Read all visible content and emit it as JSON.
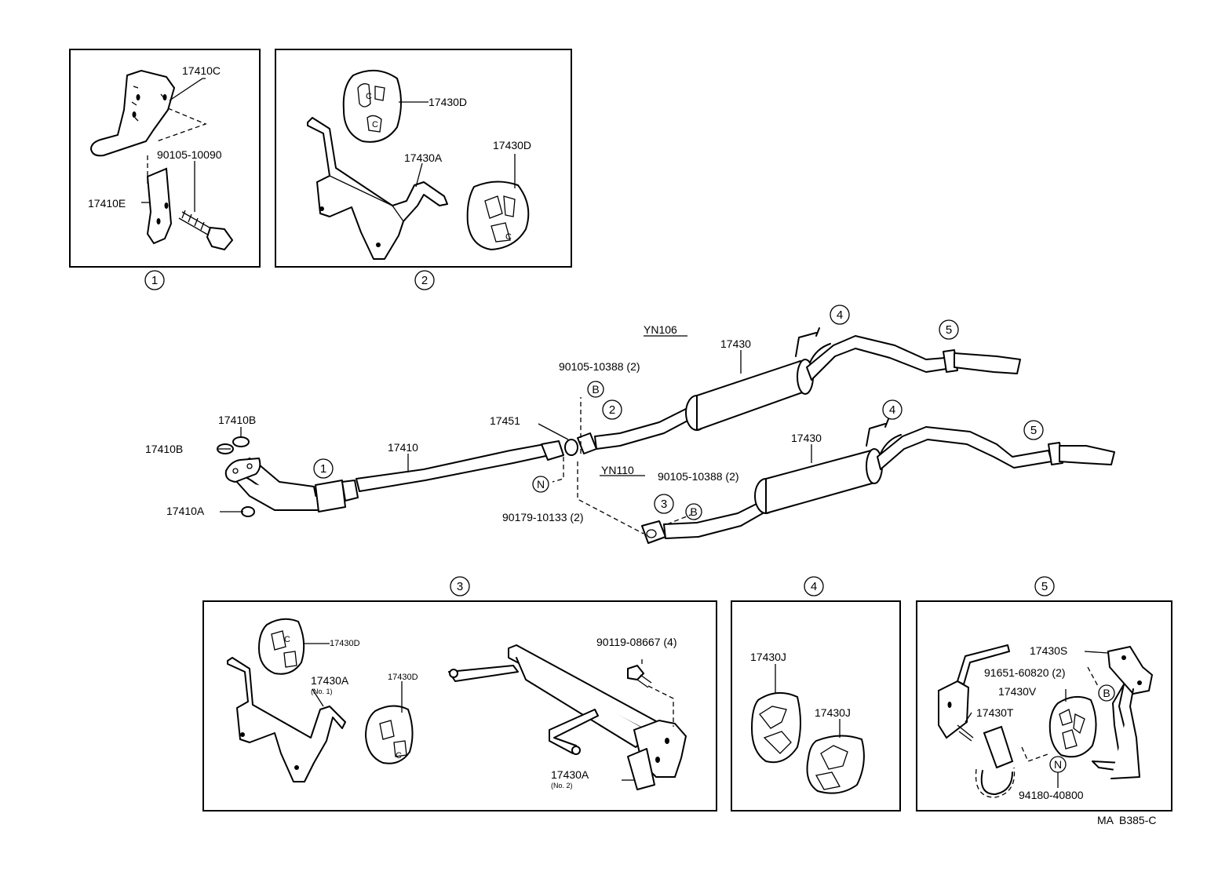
{
  "panel1": {
    "number": "1",
    "labels": {
      "bracket_upper": "17410C",
      "bolt": "90105-10090",
      "bracket_lower": "17410E"
    }
  },
  "panel2": {
    "number": "2",
    "labels": {
      "hanger_top": "17430D",
      "bracket": "17430A",
      "hanger_right": "17430D"
    }
  },
  "main": {
    "variant_upper": "YN106",
    "variant_lower": "YN110",
    "callouts": {
      "c1": "1",
      "c2": "2",
      "c3": "3",
      "c4_upper": "4",
      "c4_lower": "4",
      "c5_upper": "5",
      "c5_lower": "5"
    },
    "labels": {
      "gasket_b_top": "17410B",
      "gasket_b_left": "17410B",
      "gasket_a": "17410A",
      "front_pipe": "17410",
      "gasket_17451": "17451",
      "bolt_upper": "90105-10388 (2)",
      "nut": "90179-10133 (2)",
      "bolt_lower": "90105-10388 (2)",
      "tail_upper": "17430",
      "tail_lower": "17430"
    },
    "symbols": {
      "bolt_symbol": "B",
      "nut_symbol": "N"
    }
  },
  "panel3": {
    "number": "3",
    "labels": {
      "hanger_top": "17430D",
      "bracket_no1": "17430A",
      "bracket_no1_note": "(No. 1)",
      "hanger_mid": "17430D",
      "bolt": "90119-08667 (4)",
      "bracket_no2": "17430A",
      "bracket_no2_note": "(No. 2)"
    }
  },
  "panel4": {
    "number": "4",
    "labels": {
      "hanger_left": "17430J",
      "hanger_right": "17430J"
    }
  },
  "panel5": {
    "number": "5",
    "labels": {
      "bracket": "17430S",
      "bolt": "91651-60820 (2)",
      "hanger": "17430V",
      "clamp": "17430T",
      "nut": "94180-40800"
    },
    "symbols": {
      "bolt_symbol": "B",
      "nut_symbol": "N"
    }
  },
  "footer": {
    "code": "MA  B385-C"
  }
}
